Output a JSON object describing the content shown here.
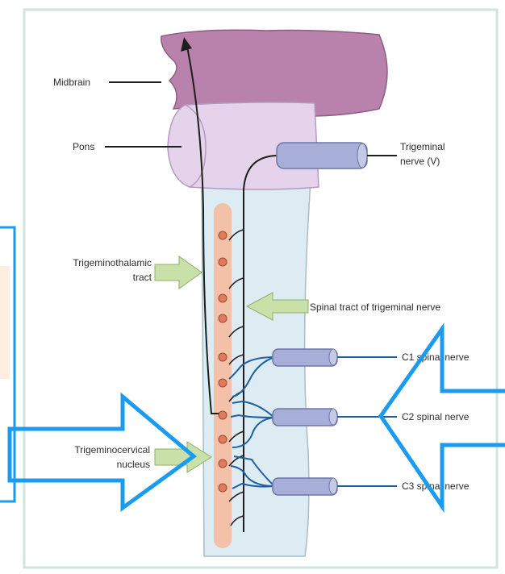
{
  "labels": {
    "midbrain": "Midbrain",
    "pons": "Pons",
    "trigeminal_nerve_line1": "Trigeminal",
    "trigeminal_nerve_line2": "nerve (V)",
    "trigeminothalamic_line1": "Trigeminothalamic",
    "trigeminothalamic_line2": "tract",
    "spinal_tract": "Spinal tract of trigeminal nerve",
    "c1": "C1 spinal nerve",
    "c2": "C2 spinal nerve",
    "c3": "C3 spinal nerve",
    "trigeminocervical_line1": "Trigeminocervical",
    "trigeminocervical_line2": "nucleus"
  },
  "colors": {
    "frame_border": "#cfe6de",
    "midbrain_fill": "#b982ad",
    "pons_fill": "#e4d3ea",
    "cord_fill": "#dcecf2",
    "nucleus_column": "#f3c0a8",
    "nucleus_dot": "#e07b5c",
    "nerve_body": "#a7aed8",
    "nerve_line": "#1e5fa6",
    "pointer_arrow": "#c9e0a8",
    "annotation_arrow": "#1a9bf0"
  }
}
